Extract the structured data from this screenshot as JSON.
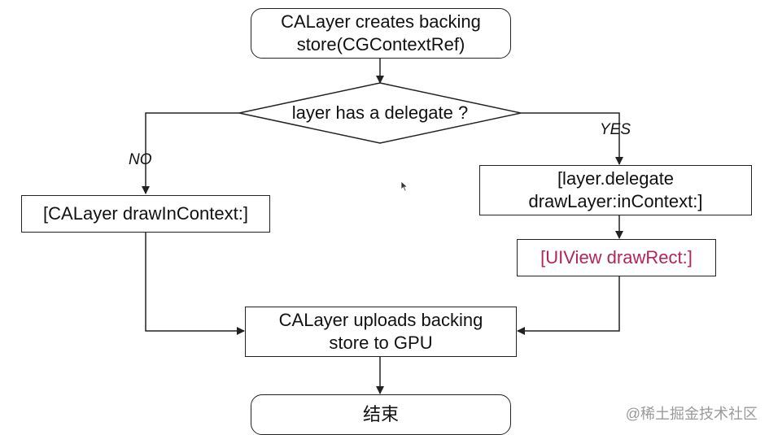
{
  "nodes": {
    "start": [
      "CALayer creates backing",
      "store(CGContextRef)"
    ],
    "decision": "layer has a delegate ?",
    "no_branch": "[CALayer drawInContext:]",
    "yes_branch": [
      "[layer.delegate",
      "drawLayer:inContext:]"
    ],
    "uiview": "[UIView drawRect:]",
    "upload": [
      "CALayer uploads backing",
      "store to GPU"
    ],
    "end": "结束"
  },
  "labels": {
    "no": "NO",
    "yes": "YES"
  },
  "watermark": "@稀土掘金技术社区",
  "colors": {
    "line": "#222222",
    "highlight_text": "#b3245a",
    "watermark": "#9a9a9a"
  }
}
